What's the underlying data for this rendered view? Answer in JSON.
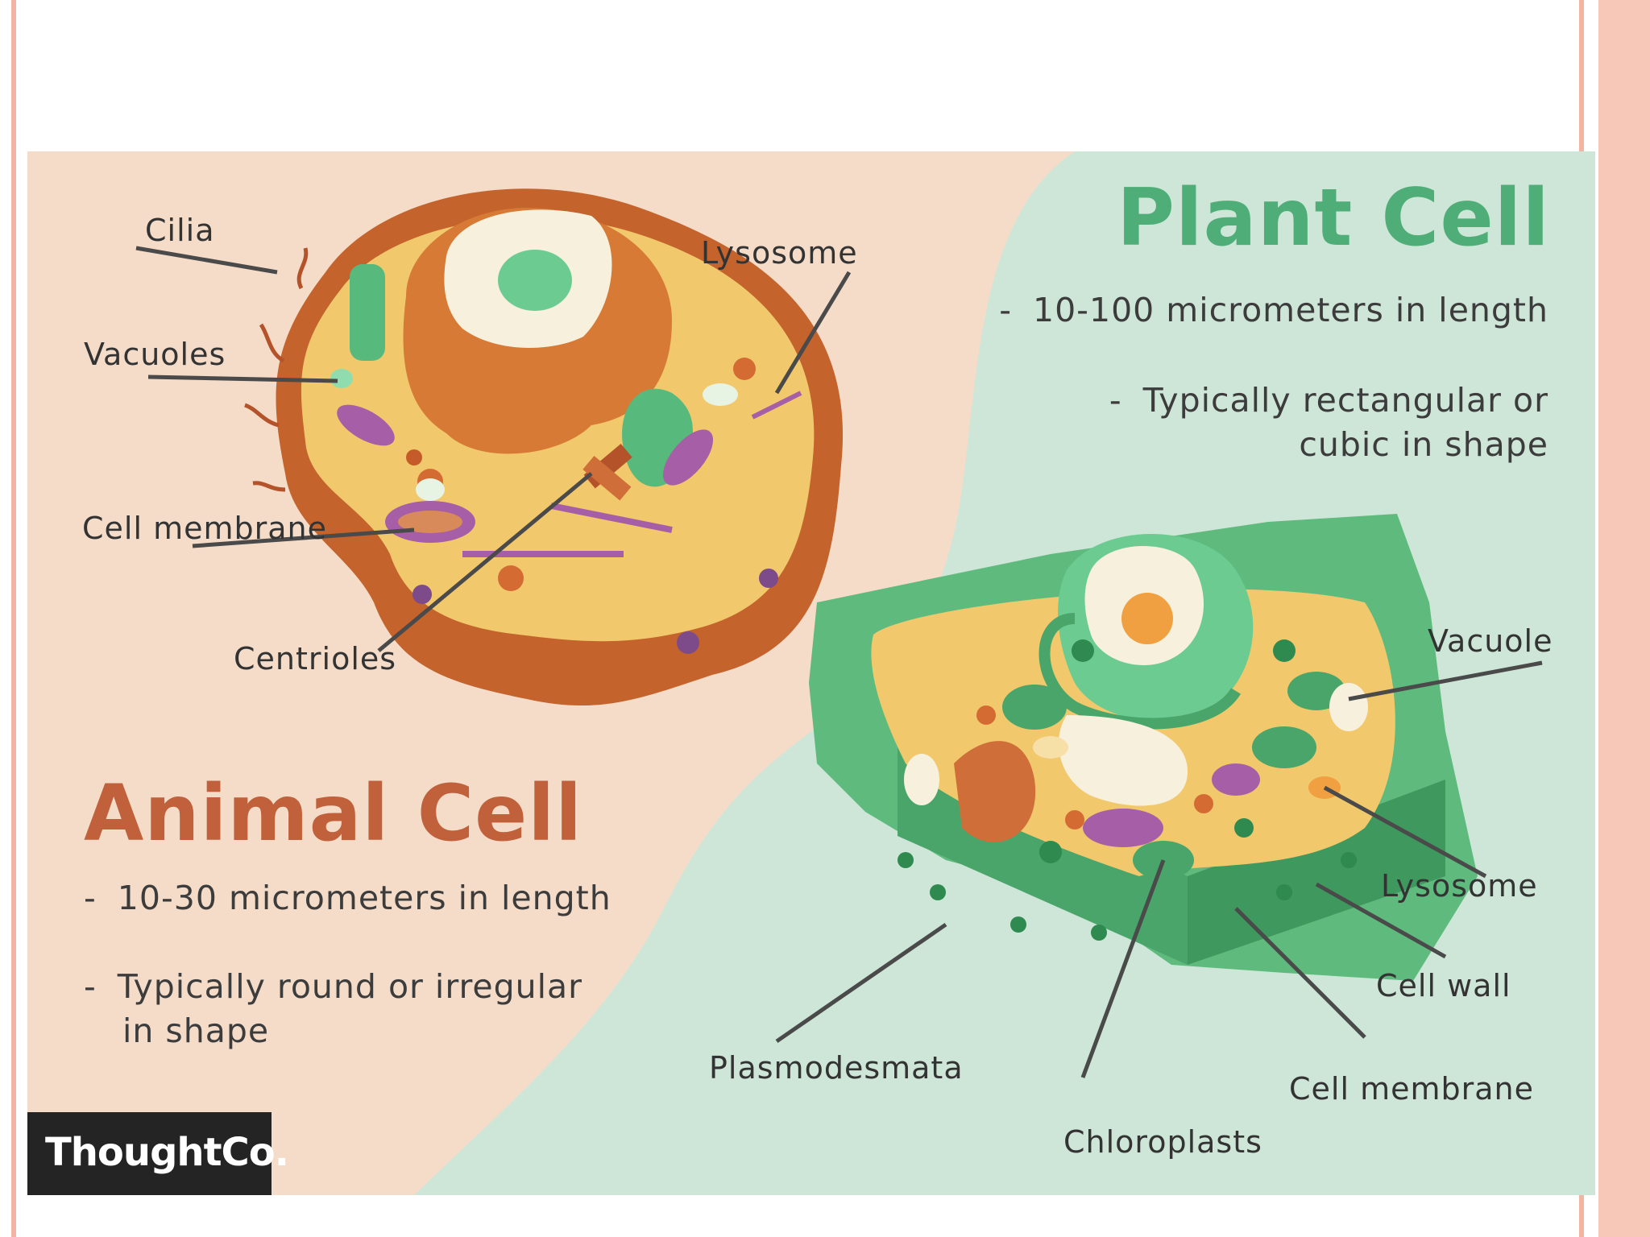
{
  "slide": {
    "colors": {
      "frame": "#f3b5a3",
      "animal_bg": "#f4dcc9",
      "plant_bg": "#cde6d7",
      "animal_title": "#c0613b",
      "plant_title": "#4fae78"
    }
  },
  "plant": {
    "title": "Plant Cell",
    "desc1": "10-100 micrometers in length",
    "desc2_line1": "Typically rectangular or",
    "desc2_line2": "cubic in shape",
    "labels": {
      "vacuole": "Vacuole",
      "lysosome": "Lysosome",
      "cell_wall": "Cell wall",
      "cell_membrane": "Cell membrane",
      "chloroplasts": "Chloroplasts",
      "plasmodesmata": "Plasmodesmata"
    }
  },
  "animal": {
    "title": "Animal Cell",
    "desc1": "10-30 micrometers in length",
    "desc2_line1": "Typically round or irregular",
    "desc2_line2": "in shape",
    "labels": {
      "cilia": "Cilia",
      "vacuoles": "Vacuoles",
      "cell_membrane": "Cell membrane",
      "centrioles": "Centrioles",
      "lysosome": "Lysosome"
    }
  },
  "logo": {
    "text": "ThoughtCo."
  }
}
